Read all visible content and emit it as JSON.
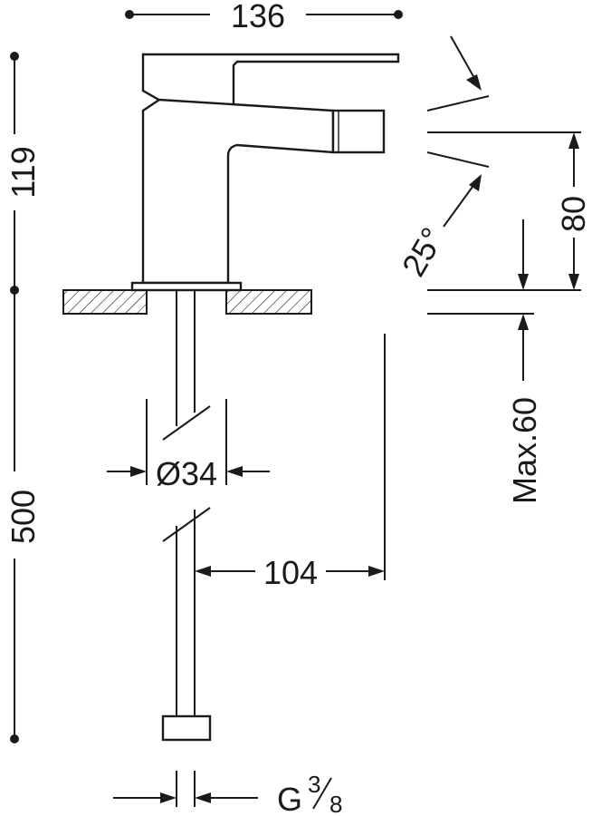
{
  "drawing": {
    "subject": "bidet mixer tap",
    "dimensions": {
      "overall_width": "136",
      "body_height": "119",
      "hose_length": "500",
      "jet_height": "80",
      "max_deck_thickness": "Max.60",
      "jet_angle": "25°",
      "hole_diameter": "Ø34",
      "inlet_offset": "104",
      "thread_prefix": "G",
      "thread_numerator": "3",
      "thread_denominator": "8"
    }
  }
}
